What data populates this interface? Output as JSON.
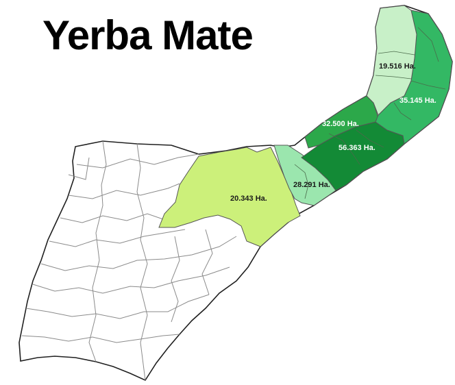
{
  "title": "Yerba Mate",
  "regions": [
    {
      "id": "northeast-top",
      "label": "19.516 Ha.",
      "fill": "#c8f0c8",
      "text_color": "#1a1a1a"
    },
    {
      "id": "northeast-east",
      "label": "35.145 Ha.",
      "fill": "#33b864",
      "text_color": "#ffffff"
    },
    {
      "id": "central-north",
      "label": "32.500 Ha.",
      "fill": "#2ca84a",
      "text_color": "#ffffff"
    },
    {
      "id": "central-south",
      "label": "56.363 Ha.",
      "fill": "#138a36",
      "text_color": "#ffffff"
    },
    {
      "id": "southwest-mid",
      "label": "28.291 Ha.",
      "fill": "#9be6ae",
      "text_color": "#1a1a1a"
    },
    {
      "id": "west-lime",
      "label": "20.343 Ha.",
      "fill": "#ccf07a",
      "text_color": "#1a1a1a"
    }
  ],
  "colors": {
    "outline": "#1f1f1f",
    "border": "#8a8a8a",
    "base": "#ffffff"
  }
}
